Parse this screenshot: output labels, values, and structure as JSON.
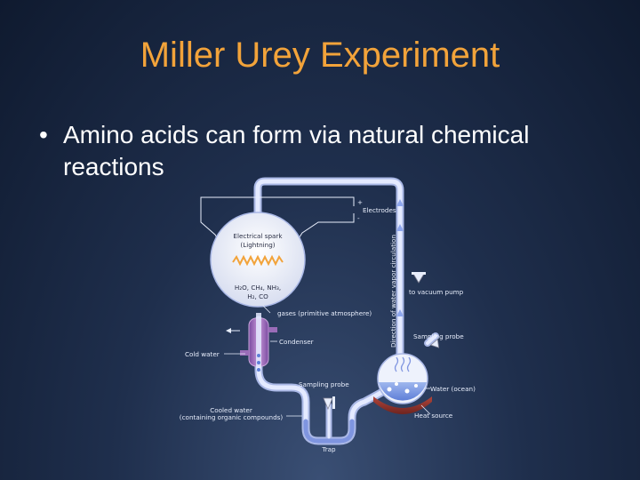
{
  "slide": {
    "title": "Miller Urey Experiment",
    "bullet_marker": "•",
    "bullet_text": "Amino acids can form via natural chemical reactions"
  },
  "diagram": {
    "labels": {
      "electrodes": "Electrodes",
      "plus": "+",
      "minus": "-",
      "spark_line1": "Electrical spark",
      "spark_line2": "(Lightning)",
      "gases": "gases (primitive atmosphere)",
      "direction": "Direction of water vapor circulation",
      "vacuum": "to vacuum pump",
      "condenser": "Condenser",
      "cold_water": "Cold water",
      "sampling_probe_right": "Sampling probe",
      "sampling_probe_bottom": "Sampling probe",
      "water_ocean": "Water (ocean)",
      "heat_source": "Heat source",
      "cooled_water_line1": "Cooled water",
      "cooled_water_line2": "(containing organic compounds)",
      "trap": "Trap"
    }
  },
  "colors": {
    "title": "#f2a33a",
    "tube": "#c9d5f7",
    "spark": "#f2a33a",
    "condenser": "#b784c8",
    "heat": "#8c2f28"
  }
}
